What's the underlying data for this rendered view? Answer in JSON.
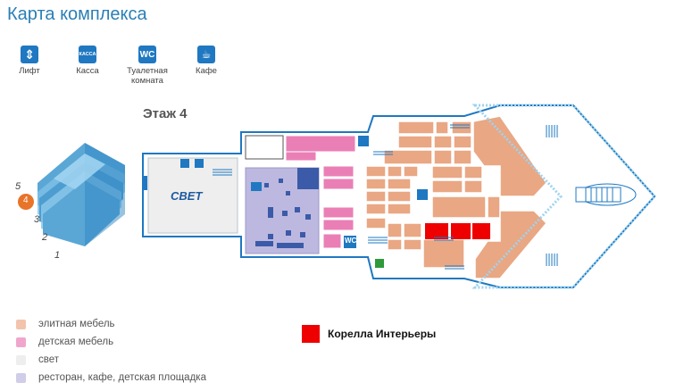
{
  "title": "Карта комплекса",
  "icons": [
    {
      "id": "lift",
      "label": "Лифт",
      "glyph": "⇕",
      "icon": "elevator-icon"
    },
    {
      "id": "cash",
      "label": "Касса",
      "glyph": "КАССА",
      "icon": "cash-register-icon"
    },
    {
      "id": "wc",
      "label": "Туалетная комната",
      "glyph": "WC",
      "icon": "toilet-icon"
    },
    {
      "id": "cafe",
      "label": "Кафе",
      "glyph": "☕",
      "icon": "cafe-icon"
    }
  ],
  "floor": {
    "label": "Этаж 4",
    "numbers": [
      "5",
      "4",
      "3",
      "2",
      "1"
    ],
    "current": "4"
  },
  "map": {
    "svet_label": "СВЕТ",
    "wc_label": "WC"
  },
  "legend": [
    {
      "label": "элитная мебель",
      "color": "#f2c4ad"
    },
    {
      "label": "детская мебель",
      "color": "#f0a6cc"
    },
    {
      "label": "свет",
      "color": "#eeeeee"
    },
    {
      "label": "ресторан, кафе, детская площадка",
      "color": "#cfcde8"
    }
  ],
  "tenant": {
    "label": "Корелла Интерьеры",
    "color": "#ee0000"
  },
  "colors": {
    "elite": "#e9a784",
    "kids": "#ea7fb6",
    "light": "#eeeeee",
    "restaurant": "#bdb8df",
    "outline": "#1f78c1",
    "highlight": "#ee0000"
  }
}
